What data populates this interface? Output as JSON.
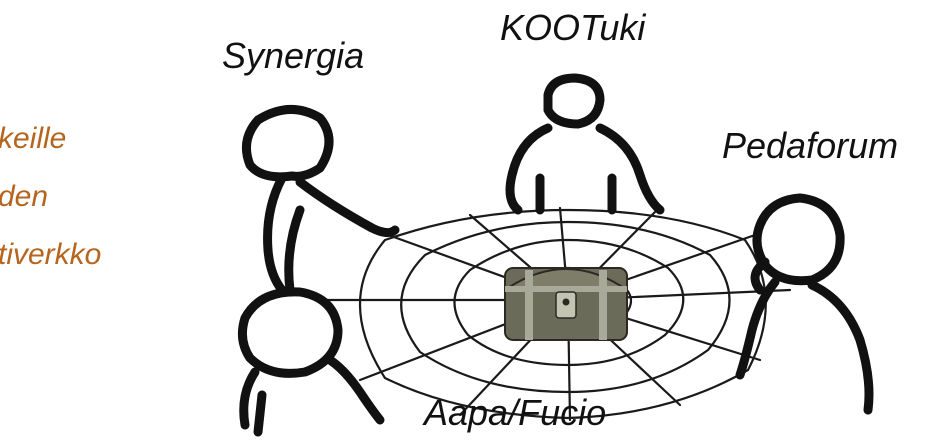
{
  "labels": {
    "top_center": "KOOTuki",
    "top_left": "Synergia",
    "right": "Pedaforum",
    "bottom_left": "Aapa/Fucio"
  },
  "side_text": {
    "lines": [
      "keille",
      "den",
      "tiverkko"
    ],
    "color": "#b5651d"
  },
  "colors": {
    "outline": "#111111",
    "web": "#1a1a1a",
    "chest_body": "#6b6b5a",
    "chest_metal": "#a9a99a"
  },
  "icons": {
    "chest": "treasure-chest-icon"
  }
}
